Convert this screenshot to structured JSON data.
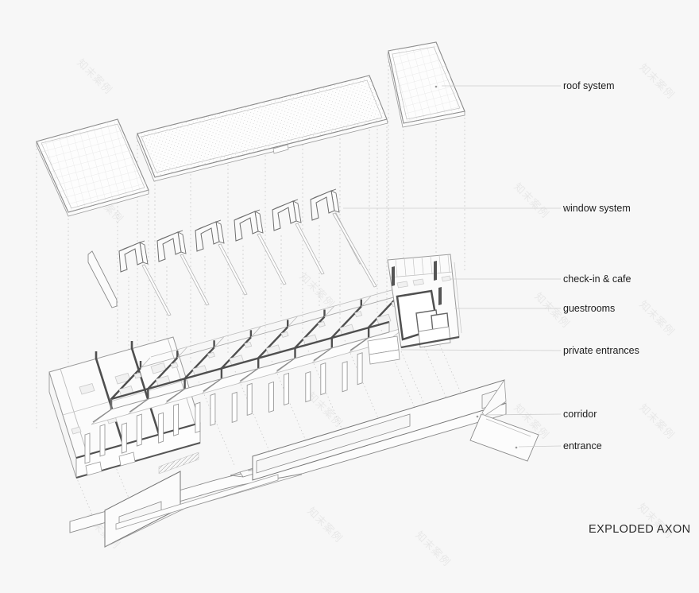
{
  "diagram": {
    "title": "EXPLODED AXON",
    "type": "architectural exploded axonometric",
    "labels": [
      {
        "text": "roof system"
      },
      {
        "text": "window system"
      },
      {
        "text": "check-in & cafe"
      },
      {
        "text": "guestrooms"
      },
      {
        "text": "private entrances"
      },
      {
        "text": "corridor"
      },
      {
        "text": "entrance"
      }
    ]
  },
  "watermark": {
    "text": "知末案例"
  },
  "colors": {
    "background": "#f7f7f7",
    "line": "#8a8a8a",
    "line_dark": "#4f4f4f",
    "line_light": "#c5c5c5",
    "leader": "#cccccc",
    "label_text": "#1c1c1c",
    "title_text": "#2b2b2b"
  }
}
